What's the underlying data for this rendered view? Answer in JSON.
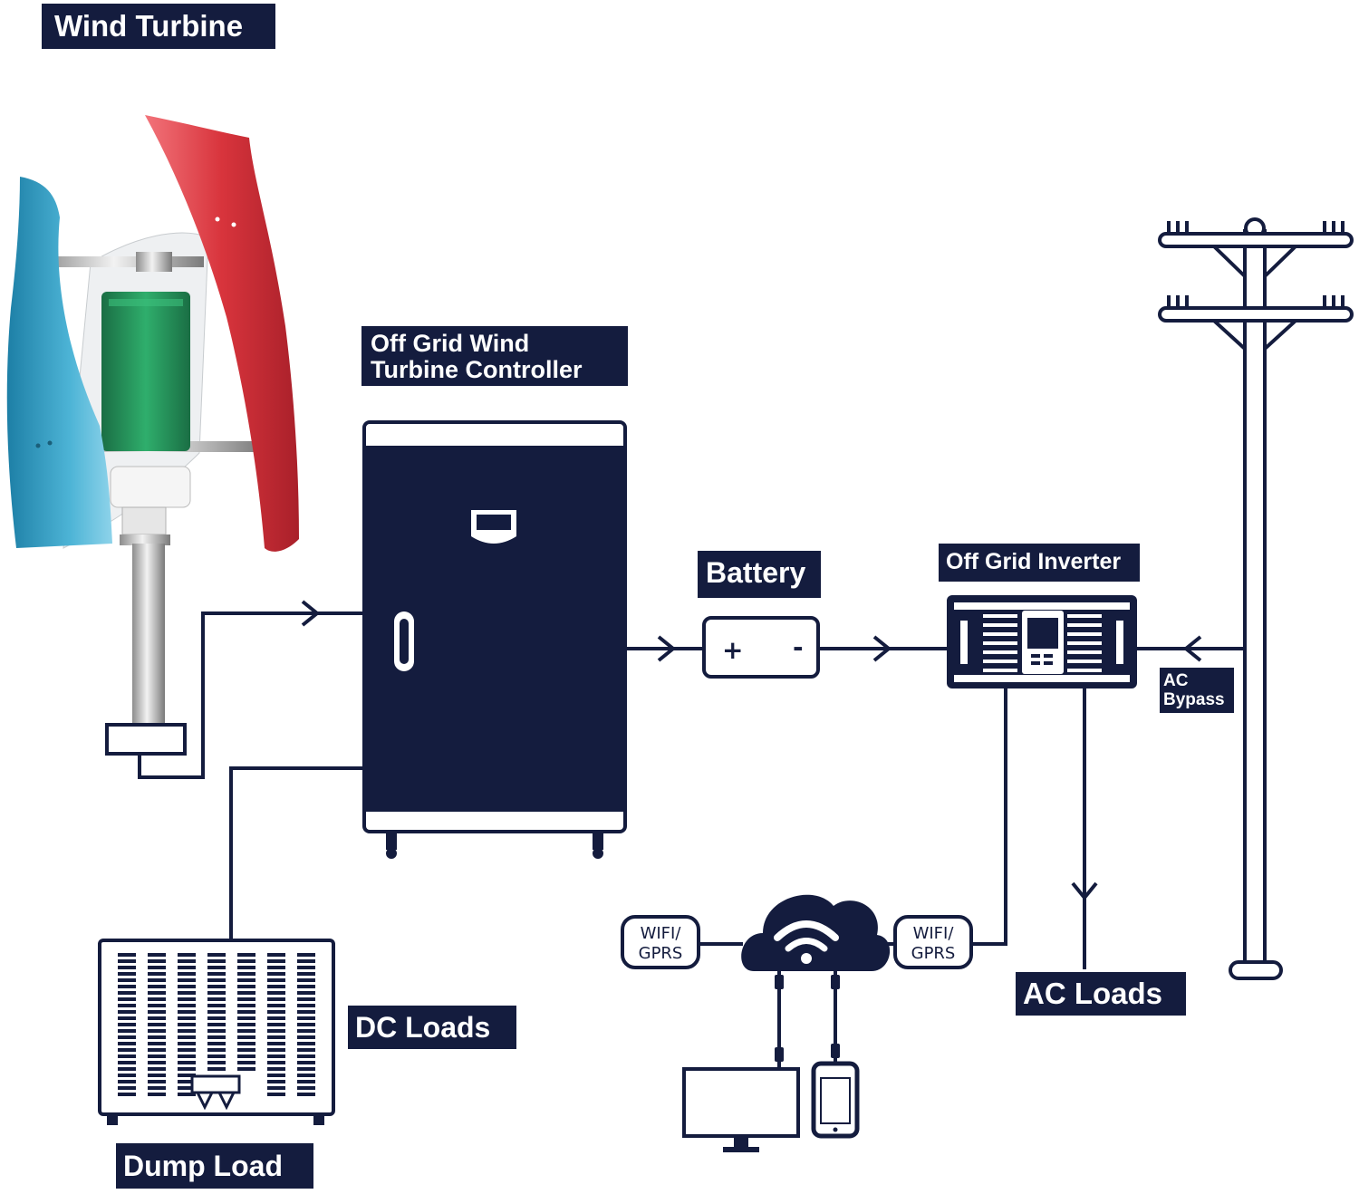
{
  "labels": {
    "wind_turbine": "Wind Turbine",
    "controller_line1": "Off Grid Wind",
    "controller_line2": "Turbine Controller",
    "battery": "Battery",
    "battery_plus": "+",
    "battery_minus": "-",
    "inverter": "Off Grid Inverter",
    "ac_bypass_line1": "AC",
    "ac_bypass_line2": "Bypass",
    "dc_loads": "DC Loads",
    "dump_load": "Dump Load",
    "ac_loads": "AC Loads",
    "wifi_left_line1": "WIFI/",
    "wifi_left_line2": "GPRS",
    "wifi_right_line1": "WIFI/",
    "wifi_right_line2": "GPRS"
  },
  "colors": {
    "navy": "#141c3e",
    "label_bg": "#141c3e",
    "blade_red": "#d8343c",
    "blade_blue": "#3aa6c8",
    "generator_green": "#24905a",
    "white": "#ffffff"
  },
  "icons": [
    "wind-turbine-icon",
    "controller-cabinet-icon",
    "battery-icon",
    "inverter-icon",
    "utility-pole-icon",
    "cloud-wifi-icon",
    "monitor-icon",
    "phone-icon",
    "dump-load-icon"
  ]
}
